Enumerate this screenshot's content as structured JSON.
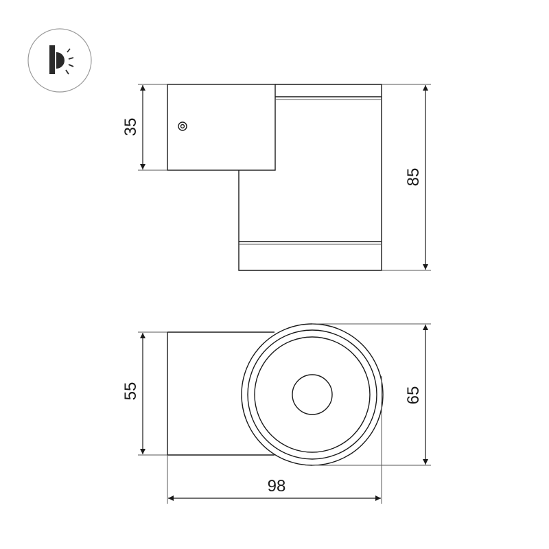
{
  "colors": {
    "line": "#1a1a1a",
    "thin_line": "#555555",
    "badge_border": "#9a9a9a",
    "background": "#ffffff"
  },
  "icon": {
    "name": "wall-light-icon"
  },
  "dimensions": {
    "side_upper_height": "35",
    "side_total_height": "85",
    "top_body_height": "55",
    "top_head_diameter": "65",
    "total_length": "98"
  }
}
